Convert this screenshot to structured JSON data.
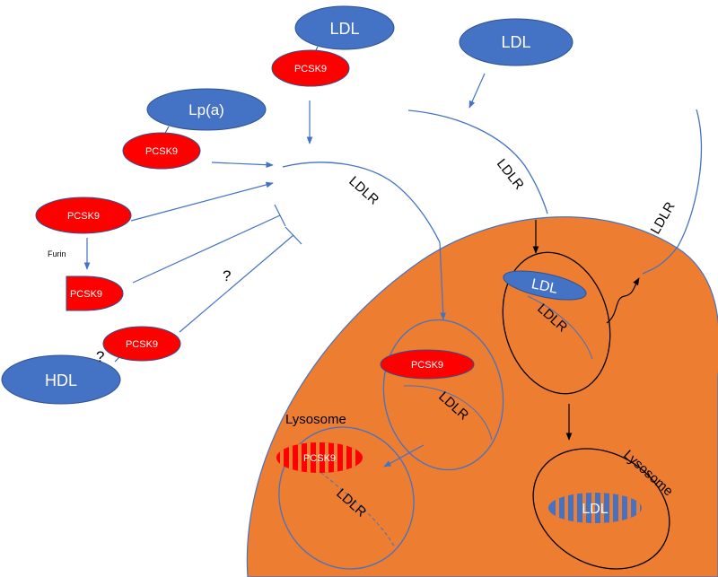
{
  "colors": {
    "ldl_blue": "#4472c4",
    "pcsk9_red": "#ff0000",
    "cell_orange": "#ed7d31",
    "arrow_blue": "#4472c4",
    "ink": "#000000"
  },
  "labels": {
    "ldl_top": "LDL",
    "pcsk9_top": "PCSK9",
    "ldl_right": "LDL",
    "lpa": "Lp(a)",
    "pcsk9_lpa": "PCSK9",
    "pcsk9_free": "PCSK9",
    "furin": "Furin",
    "pcsk9_cleaved": "PCSK9",
    "question_1": "?",
    "pcsk9_hdl": "PCSK9",
    "question_2": "?",
    "hdl": "HDL",
    "ldlr_1": "LDLR",
    "ldlr_2": "LDLR",
    "ldlr_3": "LDLR",
    "ldl_endosome": "LDL",
    "ldlr_endosome_1": "LDLR",
    "pcsk9_endosome": "PCSK9",
    "ldlr_endosome_2": "LDLR",
    "lysosome_left": "Lysosome",
    "pcsk9_lysosome": "PCSK9",
    "ldlr_lysosome": "LDLR",
    "lysosome_right": "Lysosome",
    "ldl_lysosome": "LDL"
  }
}
